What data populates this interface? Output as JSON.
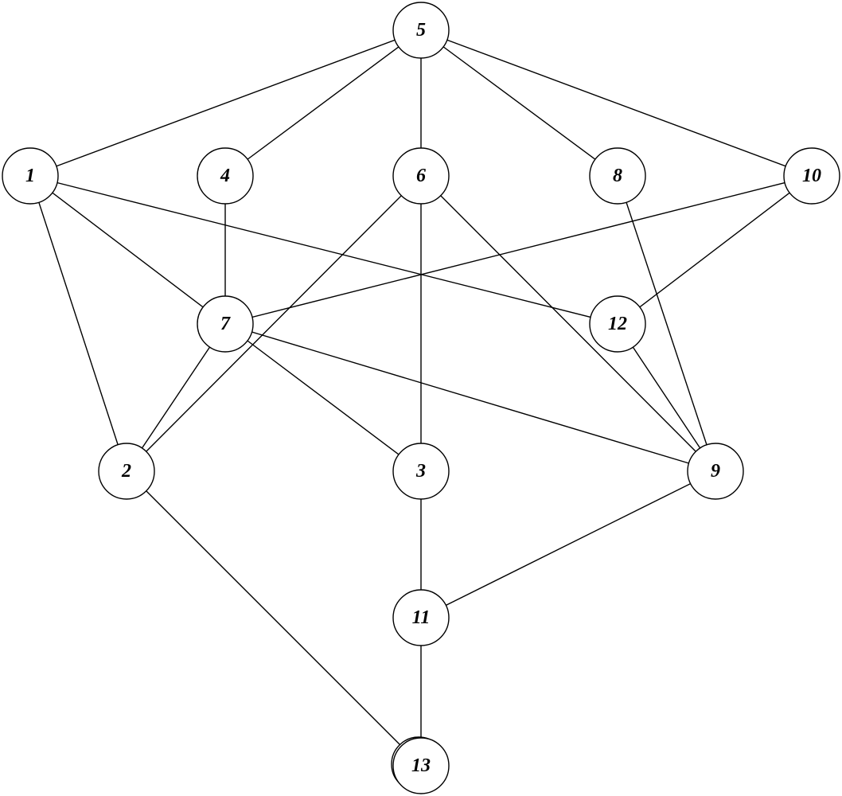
{
  "graph": {
    "nodes": [
      {
        "id": "5",
        "label": "5"
      },
      {
        "id": "1",
        "label": "1"
      },
      {
        "id": "4",
        "label": "4"
      },
      {
        "id": "6",
        "label": "6"
      },
      {
        "id": "8",
        "label": "8"
      },
      {
        "id": "10",
        "label": "10"
      },
      {
        "id": "7",
        "label": "7"
      },
      {
        "id": "12",
        "label": "12"
      },
      {
        "id": "2",
        "label": "2"
      },
      {
        "id": "3",
        "label": "3"
      },
      {
        "id": "9",
        "label": "9"
      },
      {
        "id": "11",
        "label": "11"
      },
      {
        "id": "13",
        "label": "13"
      }
    ],
    "edges": [
      [
        "5",
        "1"
      ],
      [
        "5",
        "4"
      ],
      [
        "5",
        "6"
      ],
      [
        "5",
        "8"
      ],
      [
        "5",
        "10"
      ],
      [
        "1",
        "2"
      ],
      [
        "1",
        "7"
      ],
      [
        "1",
        "12"
      ],
      [
        "4",
        "7"
      ],
      [
        "6",
        "3"
      ],
      [
        "6",
        "2"
      ],
      [
        "6",
        "9"
      ],
      [
        "8",
        "9"
      ],
      [
        "10",
        "7"
      ],
      [
        "10",
        "12"
      ],
      [
        "7",
        "2"
      ],
      [
        "7",
        "3"
      ],
      [
        "7",
        "9"
      ],
      [
        "12",
        "9"
      ],
      [
        "2",
        "13"
      ],
      [
        "3",
        "11"
      ],
      [
        "9",
        "11"
      ],
      [
        "11",
        "13"
      ]
    ]
  }
}
